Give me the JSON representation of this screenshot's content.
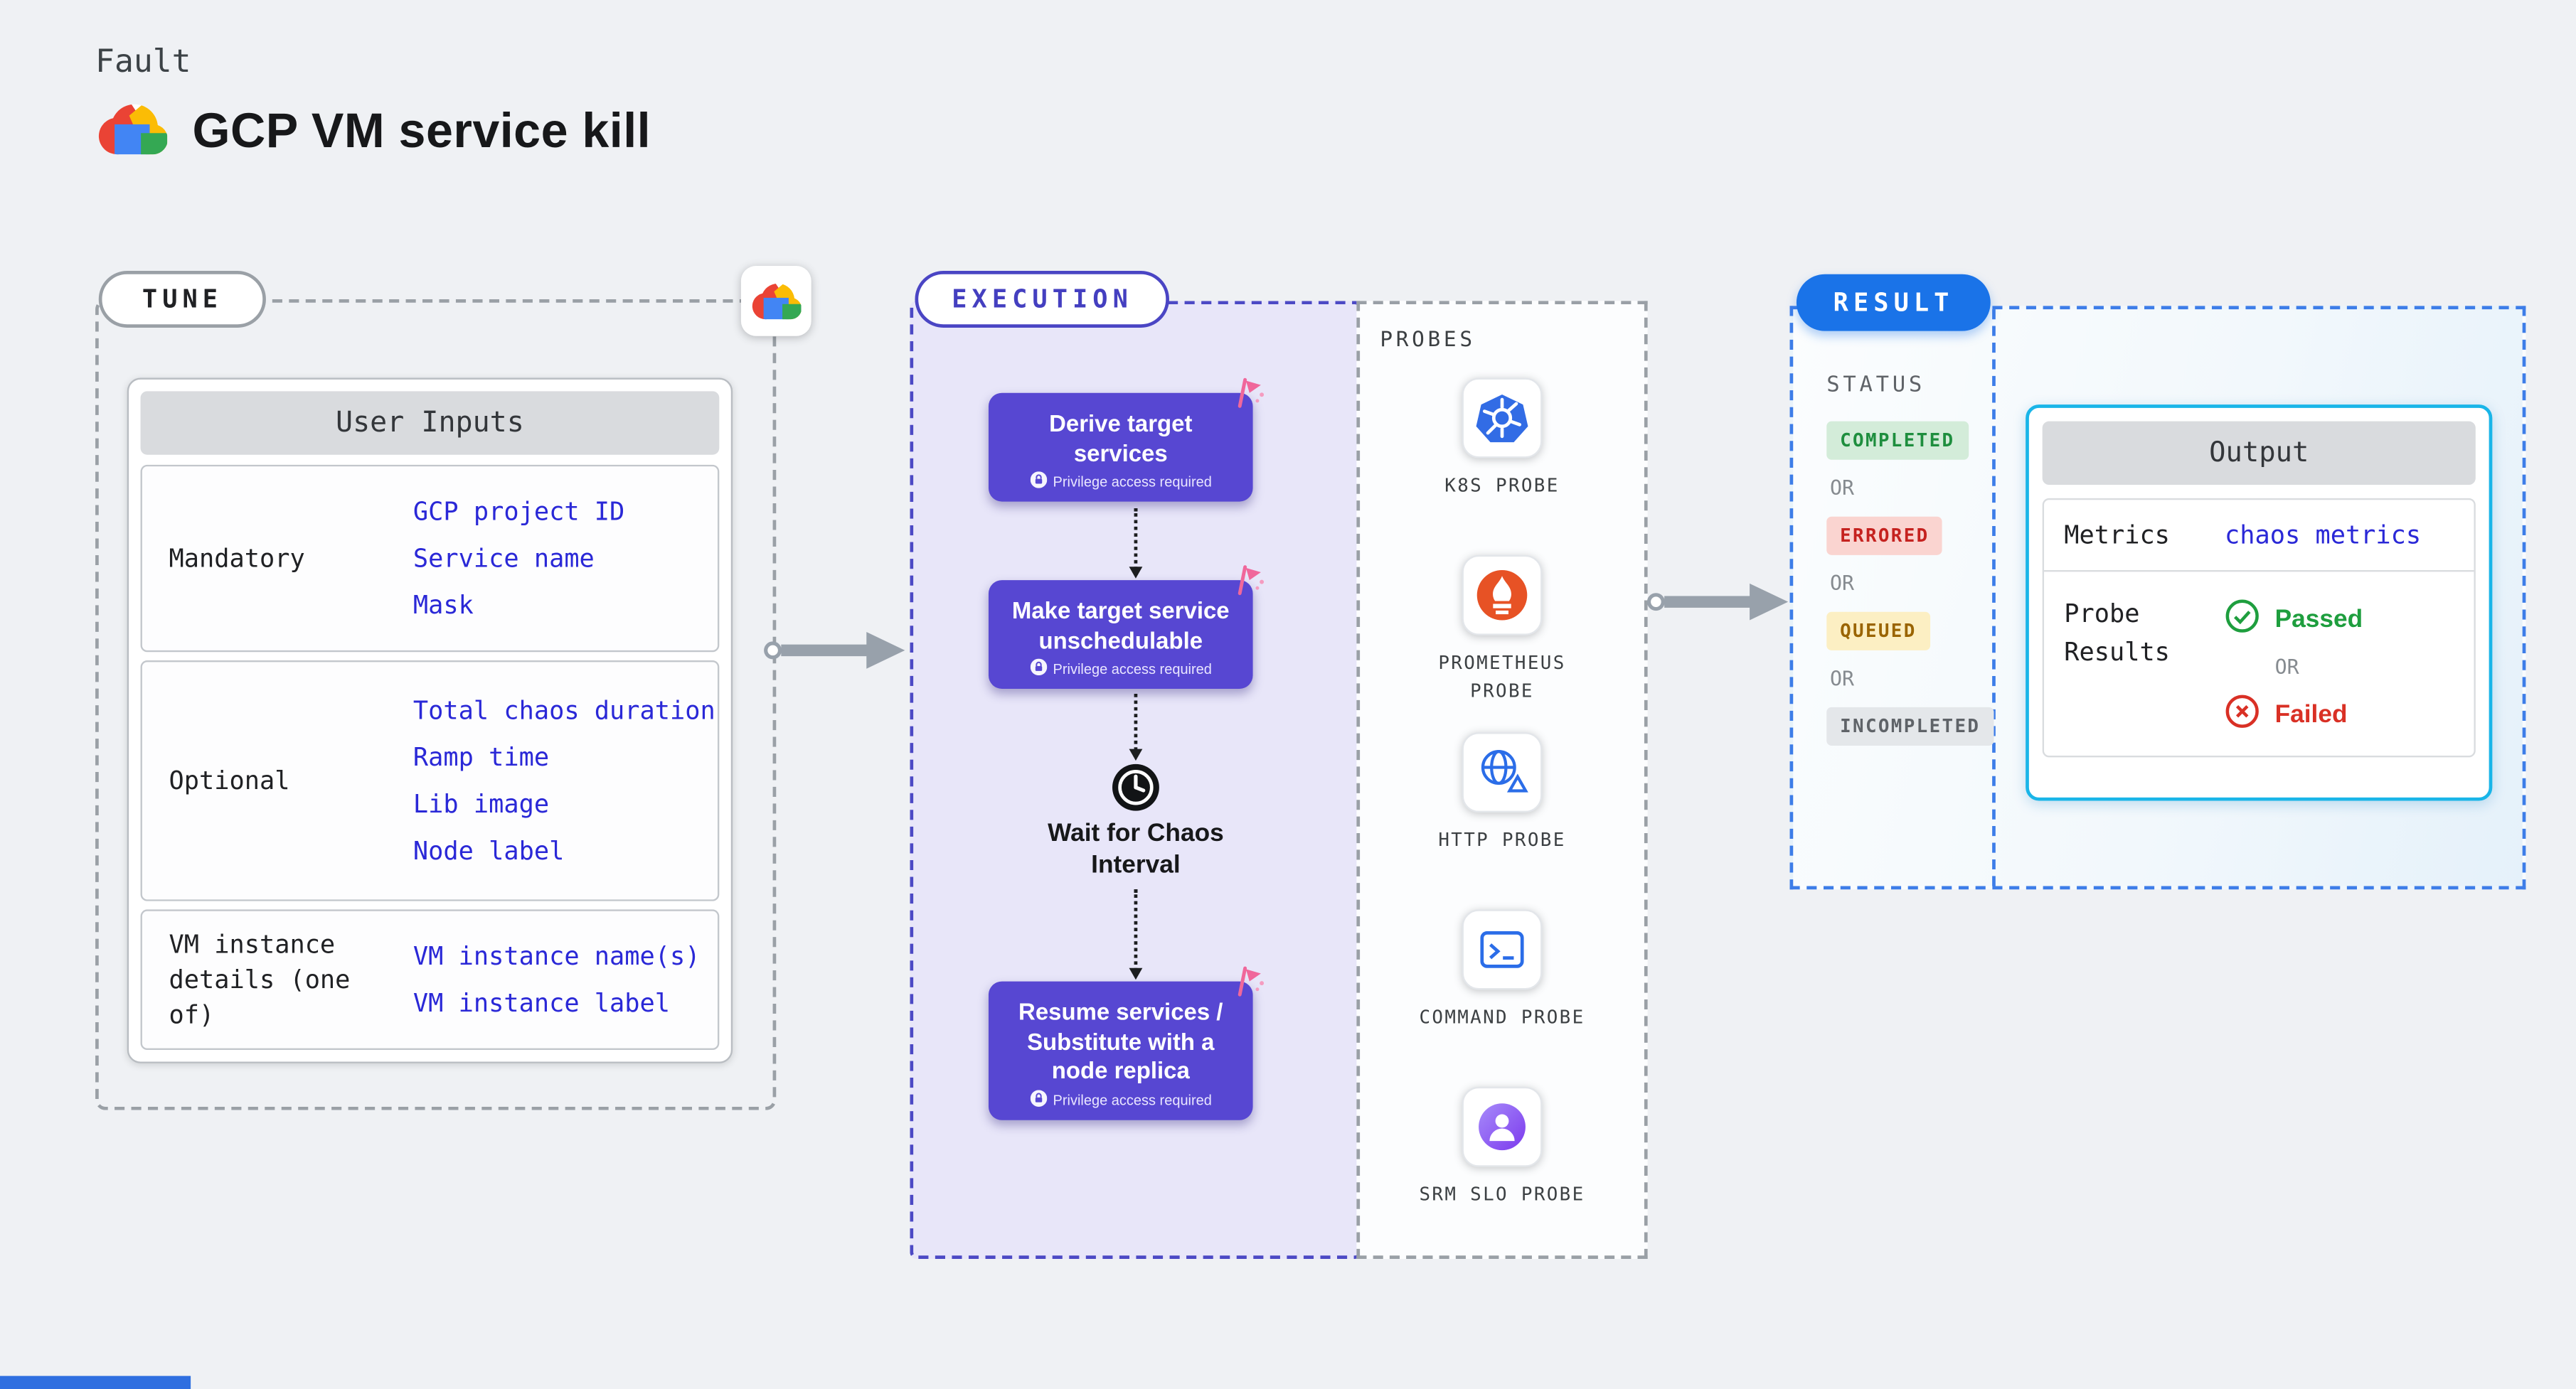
{
  "page": {
    "kicker": "Fault",
    "title": "GCP VM service kill"
  },
  "tune": {
    "label": "TUNE",
    "card_title": "User Inputs",
    "groups": [
      {
        "label": "Mandatory",
        "items": [
          "GCP project ID",
          "Service name",
          "Mask"
        ]
      },
      {
        "label": "Optional",
        "items": [
          "Total chaos duration",
          "Ramp time",
          "Lib image",
          "Node label"
        ]
      },
      {
        "label": "VM instance details (one of)",
        "items": [
          "VM instance name(s)",
          "VM instance label"
        ]
      }
    ]
  },
  "execution": {
    "label": "EXECUTION",
    "steps": [
      {
        "title": "Derive target services",
        "note": "Privilege access required"
      },
      {
        "title": "Make target service unschedulable",
        "note": "Privilege access required"
      },
      {
        "title": "Wait for Chaos Interval"
      },
      {
        "title": "Resume services / Substitute with a node replica",
        "note": "Privilege access required"
      }
    ]
  },
  "probes": {
    "label": "PROBES",
    "items": [
      {
        "name": "K8S PROBE",
        "icon": "k8s-probe-icon"
      },
      {
        "name": "PROMETHEUS PROBE",
        "icon": "prometheus-probe-icon"
      },
      {
        "name": "HTTP PROBE",
        "icon": "http-probe-icon"
      },
      {
        "name": "COMMAND PROBE",
        "icon": "command-probe-icon"
      },
      {
        "name": "SRM SLO PROBE",
        "icon": "srm-slo-probe-icon"
      }
    ]
  },
  "result": {
    "label": "RESULT",
    "status_title": "STATUS",
    "or_label": "OR",
    "statuses": [
      {
        "label": "COMPLETED",
        "kind": "completed"
      },
      {
        "label": "ERRORED",
        "kind": "errored"
      },
      {
        "label": "QUEUED",
        "kind": "queued"
      },
      {
        "label": "INCOMPLETED",
        "kind": "incompleted"
      }
    ],
    "output": {
      "title": "Output",
      "metrics_label": "Metrics",
      "metrics_value": "chaos metrics",
      "probe_results_label": "Probe Results",
      "passed": "Passed",
      "failed": "Failed"
    }
  },
  "colors": {
    "accent_blue": "#1a73e8",
    "step_indigo": "#5747d2",
    "link_blue": "#2a28d7",
    "flag_pink": "#f0679b",
    "completed_green": "#1e8e3e",
    "errored_red": "#c5221f",
    "queued_amber": "#9a6400",
    "incompleted_gray": "#5f6368",
    "output_border_cyan": "#19b5e8"
  }
}
